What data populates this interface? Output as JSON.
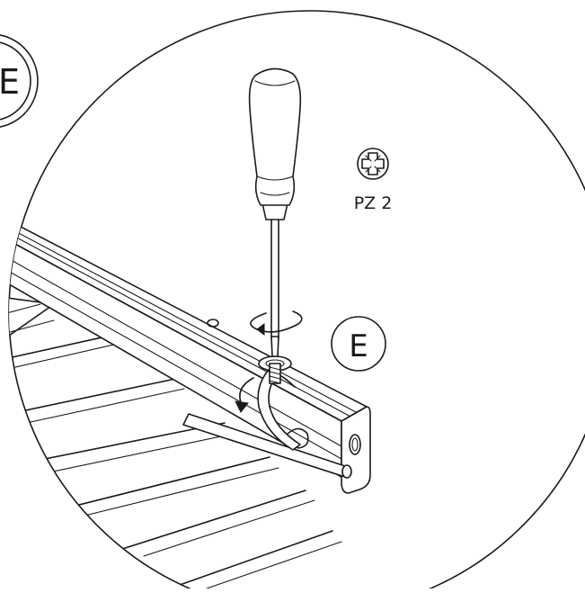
{
  "labels": {
    "callout_partial": "E",
    "callout_main": "E",
    "drive_spec": "PZ 2"
  },
  "icons": {
    "drive_symbol": "pozidriv-cross-icon",
    "rotation": "clockwise-rotation-arrow-icon"
  },
  "colors": {
    "line": "#1a1a1a",
    "background": "#ffffff"
  }
}
